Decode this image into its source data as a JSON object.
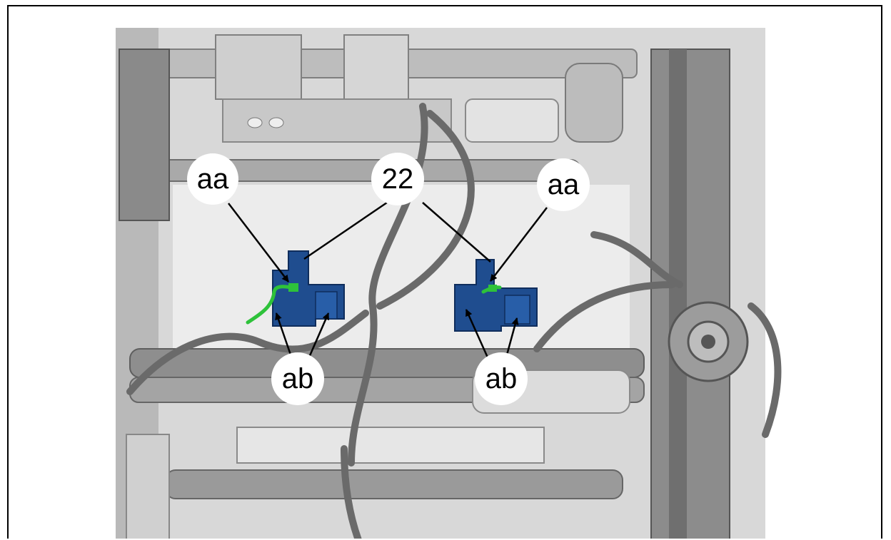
{
  "callouts": {
    "aa_left": "aa",
    "part_22": "22",
    "aa_right": "aa",
    "ab_left": "ab",
    "ab_right": "ab"
  },
  "colors": {
    "sensor_blue": "#1f4d8f",
    "wire_green": "#2ec23a",
    "frame_gray": "#9a9a9a",
    "background": "#ffffff"
  }
}
